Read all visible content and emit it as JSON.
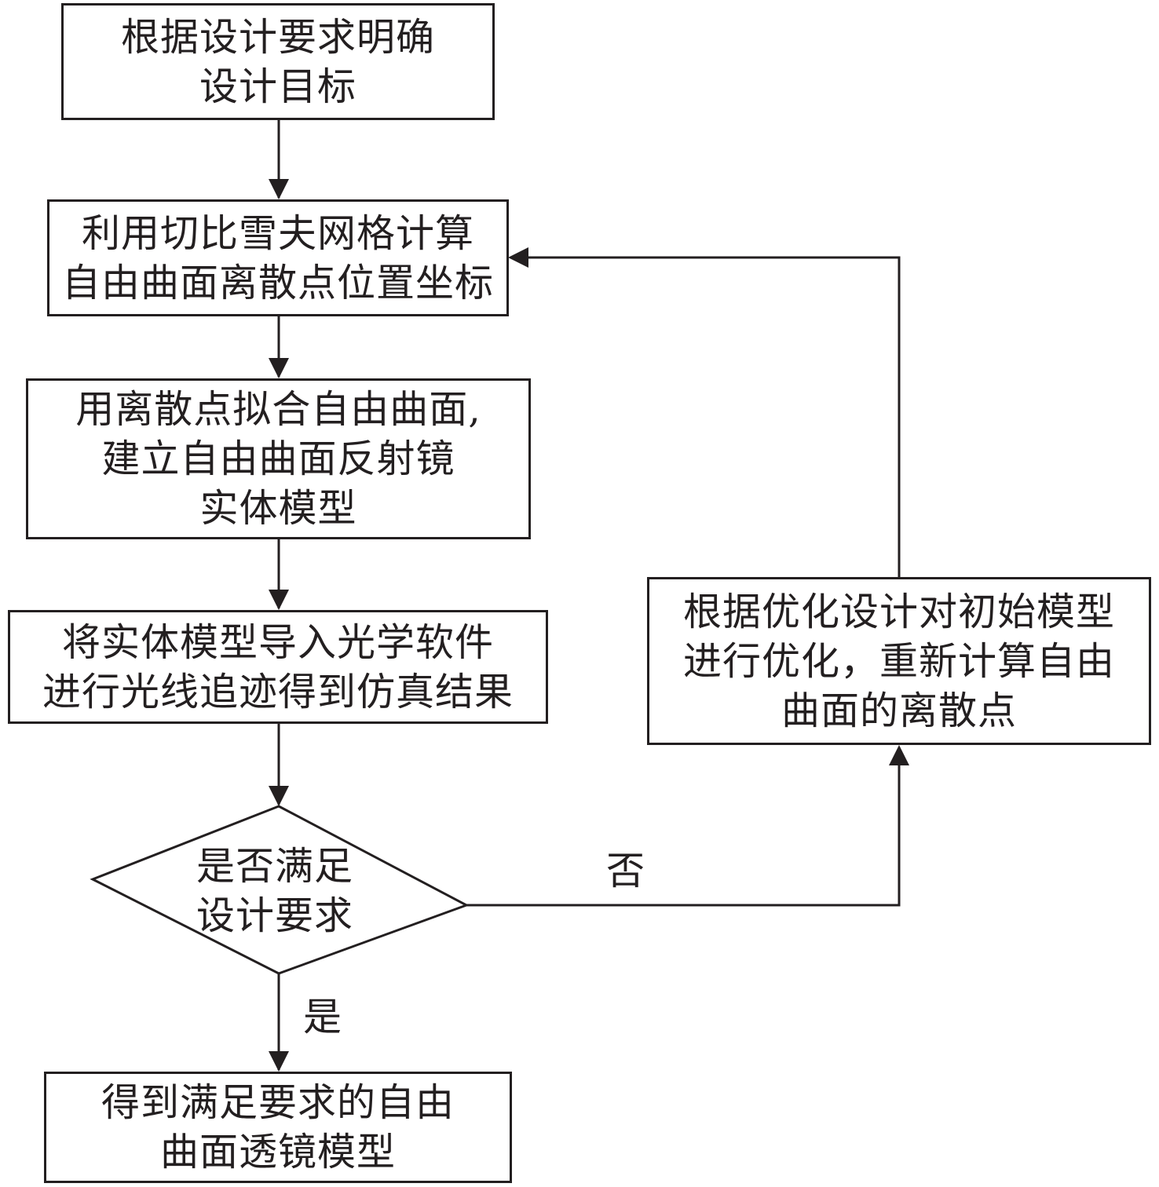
{
  "steps": {
    "define_goal": [
      "根据设计要求明确",
      "设计目标"
    ],
    "compute_points": [
      "利用切比雪夫网格计算",
      "自由曲面离散点位置坐标"
    ],
    "build_model": [
      "用离散点拟合自由曲面,",
      "建立自由曲面反射镜",
      "实体模型"
    ],
    "ray_trace": [
      "将实体模型导入光学软件",
      "进行光线追迹得到仿真结果"
    ],
    "decision": [
      "是否满足",
      "设计要求"
    ],
    "optimize": [
      "根据优化设计对初始模型",
      "进行优化，重新计算自由",
      "曲面的离散点"
    ],
    "final": [
      "得到满足要求的自由",
      "曲面透镜模型"
    ]
  },
  "edge_labels": {
    "no": "否",
    "yes": "是"
  },
  "colors": {
    "line": "#231f20",
    "background": "#ffffff"
  }
}
